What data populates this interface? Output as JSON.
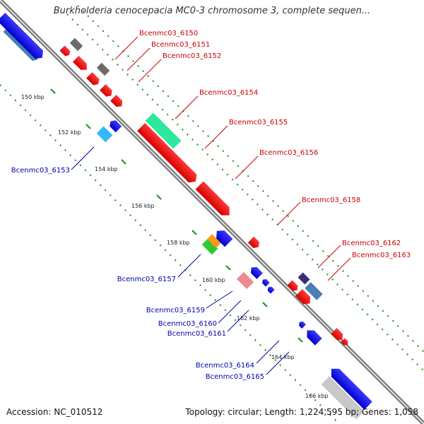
{
  "title": "Burkholderia cenocepacia MC0-3 chromosome 3, complete sequen...",
  "footer": {
    "accession": "Accession: NC_010512",
    "summary": "Topology: circular; Length: 1,224,595 bp; Genes: 1,058"
  },
  "colors": {
    "forward_label": "#cc0000",
    "reverse_label": "#0000aa",
    "backbone": "#888888",
    "tick_marks": "#1f8a1f"
  },
  "ticks": [
    "150 kbp",
    "152 kbp",
    "154 kbp",
    "156 kbp",
    "158 kbp",
    "160 kbp",
    "162 kbp",
    "164 kbp",
    "166 kbp"
  ],
  "gene_labels": {
    "forward": [
      "Bcenmc03_6150",
      "Bcenmc03_6151",
      "Bcenmc03_6152",
      "Bcenmc03_6154",
      "Bcenmc03_6155",
      "Bcenmc03_6156",
      "Bcenmc03_6158",
      "Bcenmc03_6162",
      "Bcenmc03_6163"
    ],
    "reverse": [
      "Bcenmc03_6153",
      "Bcenmc03_6157",
      "Bcenmc03_6159",
      "Bcenmc03_6160",
      "Bcenmc03_6161",
      "Bcenmc03_6164",
      "Bcenmc03_6165"
    ]
  }
}
